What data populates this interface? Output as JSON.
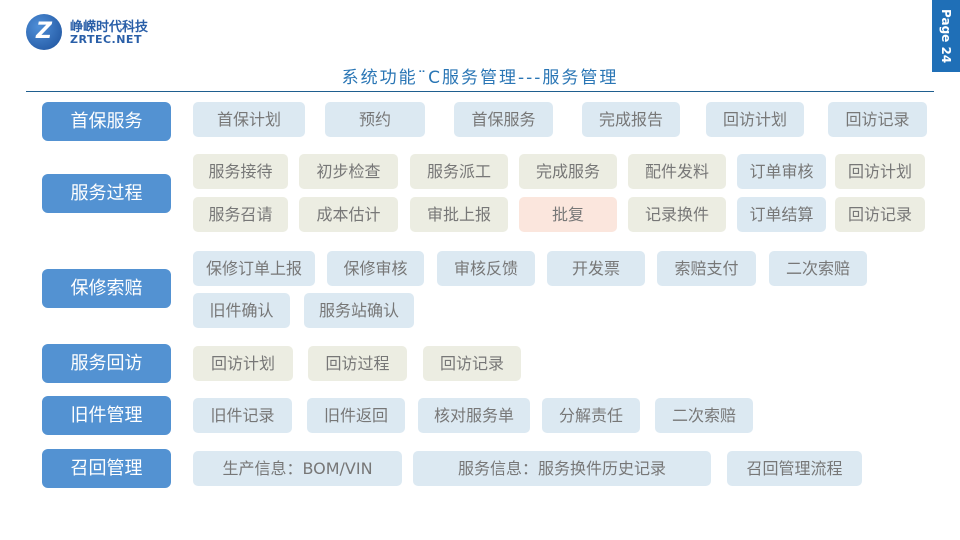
{
  "logo": {
    "mark": "Z",
    "cn": "峥嵘时代科技",
    "en": "ZRTEC.NET"
  },
  "page_label": "Page 24",
  "title": "系统功能¨C服务管理---服务管理",
  "categories": [
    {
      "label": "首保服务",
      "items": [
        "首保计划",
        "预约",
        "首保服务",
        "完成报告",
        "回访计划",
        "回访记录"
      ]
    },
    {
      "label": "服务过程",
      "items": [
        "服务接待",
        "初步检查",
        "服务派工",
        "完成服务",
        "配件发料",
        "订单审核",
        "回访计划",
        "服务召请",
        "成本估计",
        "审批上报",
        "批复",
        "记录换件",
        "订单结算",
        "回访记录"
      ]
    },
    {
      "label": "保修索赔",
      "items": [
        "保修订单上报",
        "保修审核",
        "审核反馈",
        "开发票",
        "索赔支付",
        "二次索赔",
        "旧件确认",
        "服务站确认"
      ]
    },
    {
      "label": "服务回访",
      "items": [
        "回访计划",
        "回访过程",
        "回访记录"
      ]
    },
    {
      "label": "旧件管理",
      "items": [
        "旧件记录",
        "旧件返回",
        "核对服务单",
        "分解责任",
        "二次索赔"
      ]
    },
    {
      "label": "召回管理",
      "items": [
        "生产信息：BOM/VIN",
        "服务信息：服务换件历史记录",
        "召回管理流程"
      ]
    }
  ],
  "colors": {
    "category": "#5392d2",
    "chip_blue": "#dce9f2",
    "chip_beige": "#ecede2",
    "chip_pink": "#fbe6dd",
    "page_tab": "#1f6fb7"
  }
}
